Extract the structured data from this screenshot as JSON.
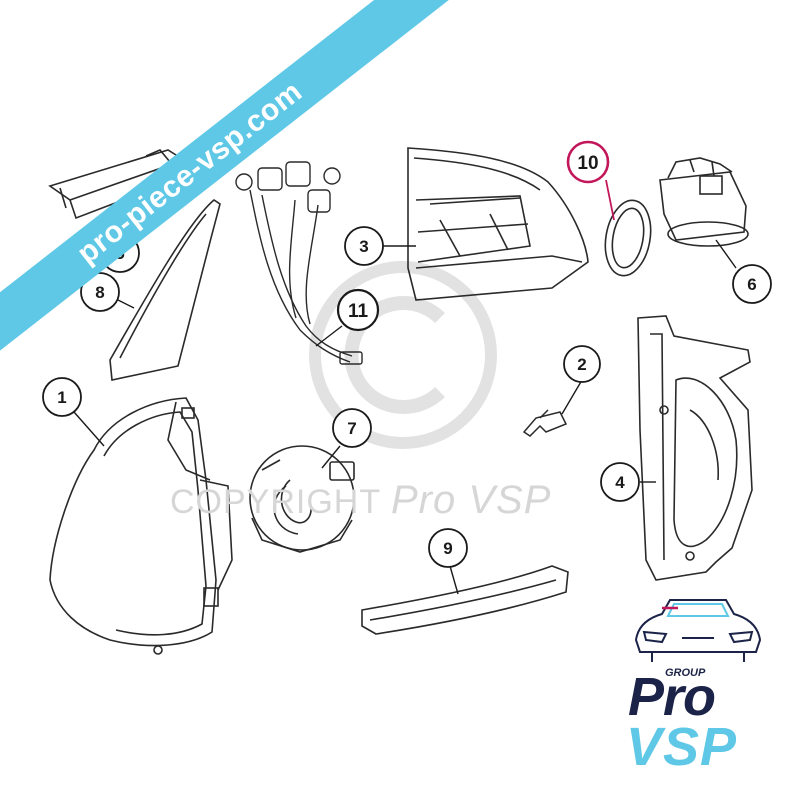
{
  "callouts": [
    {
      "id": "callout-1",
      "label": "1"
    },
    {
      "id": "callout-2",
      "label": "2"
    },
    {
      "id": "callout-3",
      "label": "3"
    },
    {
      "id": "callout-4",
      "label": "4"
    },
    {
      "id": "callout-5",
      "label": "5"
    },
    {
      "id": "callout-6",
      "label": "6"
    },
    {
      "id": "callout-7",
      "label": "7"
    },
    {
      "id": "callout-8",
      "label": "8"
    },
    {
      "id": "callout-9",
      "label": "9"
    },
    {
      "id": "callout-10",
      "label": "10",
      "highlight": true
    },
    {
      "id": "callout-11",
      "label": "11"
    }
  ],
  "watermark": {
    "banner_text": "pro-piece-vsp.com",
    "copyright_prefix": "COPYRIGHT",
    "copyright_brand": "Pro VSP"
  },
  "logo": {
    "group_text": "GROUP",
    "brand_top": "Pro",
    "brand_bottom": "VSP"
  },
  "colors": {
    "banner": "#5ec8e6",
    "highlight": "#c2185b",
    "brand_dark": "#1c2348",
    "brand_light": "#5ec8e6"
  }
}
